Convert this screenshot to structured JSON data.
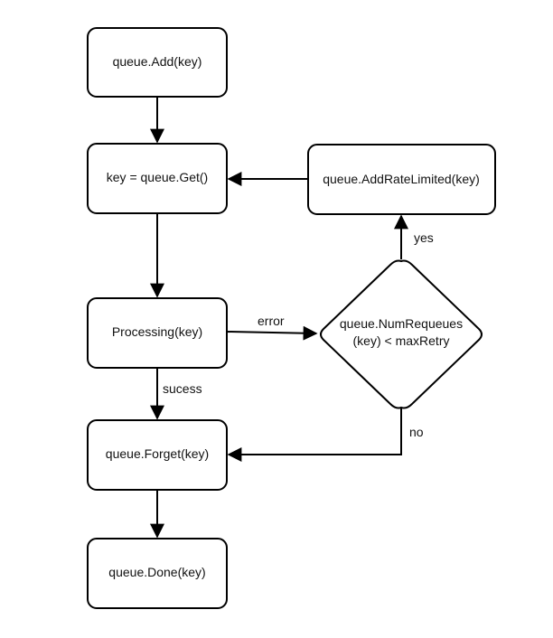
{
  "nodes": {
    "add": "queue.Add(key)",
    "get": "key = queue.Get()",
    "processing": "Processing(key)",
    "add_rate_limited": "queue.AddRateLimited(key)",
    "decision_line1": "queue.NumRequeues",
    "decision_line2": "(key) < maxRetry",
    "forget": "queue.Forget(key)",
    "done": "queue.Done(key)"
  },
  "edges": {
    "error": "error",
    "yes": "yes",
    "no": "no",
    "success": "sucess"
  }
}
